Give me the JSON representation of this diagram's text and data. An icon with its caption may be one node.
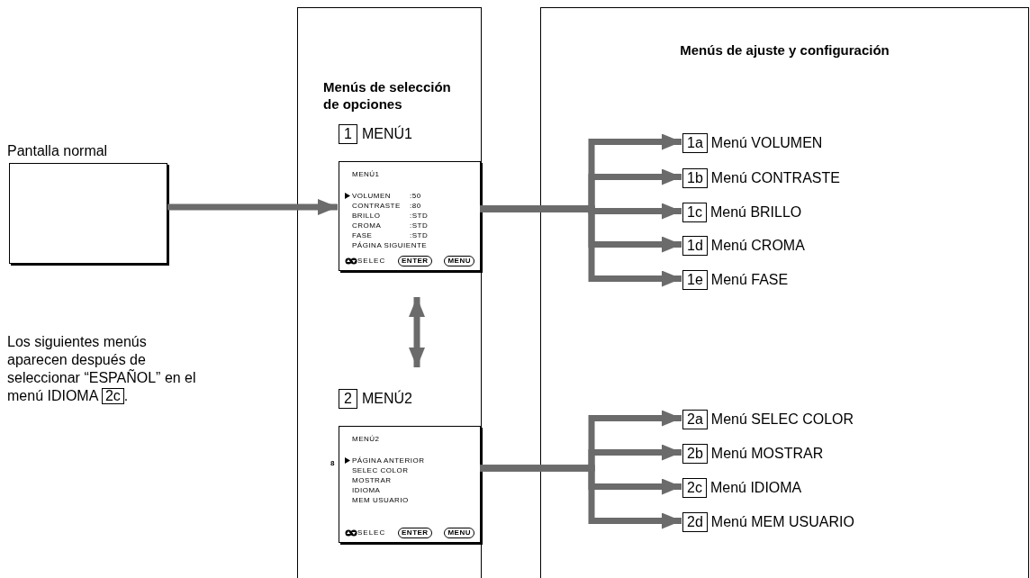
{
  "diagram": {
    "nodes": [
      {
        "text": [
          "Menús de selección de opciones"
        ]
      },
      {
        "text": [
          "Menús de ajuste y configuración"
        ]
      },
      {
        "text": [
          "Pantalla normal"
        ]
      },
      {
        "text": [
          "1",
          "MENÚ1",
          "MENÚ1",
          "VOLUMEN",
          ":50",
          "CONTRASTE",
          ":80",
          "BRILLO",
          ":STD",
          "CROMA",
          ":STD",
          "FASE",
          ":STD",
          "PÁGINA SIGUIENTE",
          "SELEC",
          "ENTER",
          "MENU"
        ],
        "in": 0
      },
      {
        "text": [
          "2",
          "MENÚ2",
          "MENÚ2",
          "PÁGINA ANTERIOR",
          "SELEC COLOR",
          "MOSTRAR",
          "IDIOMA",
          "MEM USUARIO",
          "SELEC",
          "ENTER",
          "MENU"
        ],
        "in": 0
      },
      {
        "text": [
          "1a",
          "Menú VOLUMEN"
        ],
        "in": 1
      },
      {
        "text": [
          "1b",
          "Menú CONTRASTE"
        ],
        "in": 1
      },
      {
        "text": [
          "1c",
          "Menú BRILLO"
        ],
        "in": 1
      },
      {
        "text": [
          "1d",
          "Menú CROMA"
        ],
        "in": 1
      },
      {
        "text": [
          "1e",
          "Menú FASE"
        ],
        "in": 1
      },
      {
        "text": [
          "2a",
          "Menú SELEC COLOR"
        ],
        "in": 1
      },
      {
        "text": [
          "2b",
          "Menú MOSTRAR"
        ],
        "in": 1
      },
      {
        "text": [
          "2c",
          "Menú IDIOMA"
        ],
        "in": 1
      },
      {
        "text": [
          "2d",
          "Menú MEM USUARIO"
        ],
        "in": 1
      }
    ],
    "edges": [
      {
        "from": 2,
        "to": 3,
        "arrow": "to"
      },
      {
        "from": 3,
        "to": 4,
        "arrow": "both"
      },
      {
        "from": 3,
        "to": 5,
        "arrow": "to"
      },
      {
        "from": 3,
        "to": 6,
        "arrow": "to"
      },
      {
        "from": 3,
        "to": 7,
        "arrow": "to"
      },
      {
        "from": 3,
        "to": 8,
        "arrow": "to"
      },
      {
        "from": 3,
        "to": 9,
        "arrow": "to"
      },
      {
        "from": 4,
        "to": 10,
        "arrow": "to"
      },
      {
        "from": 4,
        "to": 11,
        "arrow": "to"
      },
      {
        "from": 4,
        "to": 12,
        "arrow": "to"
      },
      {
        "from": 4,
        "to": 13,
        "arrow": "to"
      }
    ],
    "labels": [
      "Los siguientes menús aparecen después de seleccionar “ESPAÑOL” en el menú IDIOMA",
      "2c",
      ".",
      "8"
    ]
  }
}
